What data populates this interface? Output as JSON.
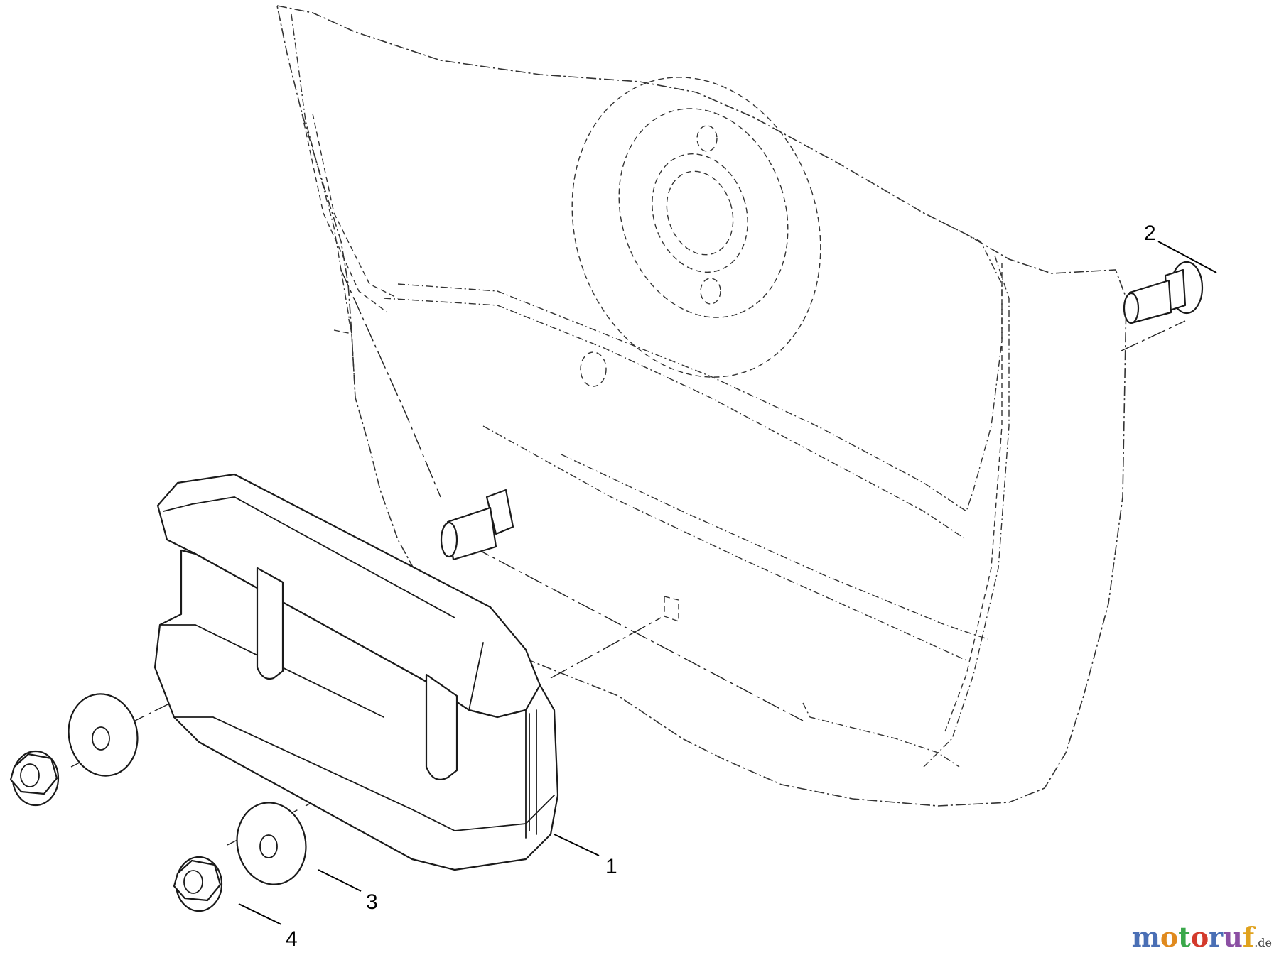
{
  "callouts": {
    "one": "1",
    "two": "2",
    "three": "3",
    "four": "4"
  },
  "watermark": {
    "letters": [
      "m",
      "o",
      "t",
      "o",
      "r",
      "u",
      "f"
    ],
    "colors": [
      "#4a6fb5",
      "#e08a1e",
      "#3aa84a",
      "#d33a2c",
      "#4a6fb5",
      "#8b4fa3",
      "#e0a21e"
    ],
    "tld": ".de"
  },
  "icons": [
    "ballast-weight",
    "carriage-bolt",
    "flat-washer",
    "flange-locknut"
  ]
}
